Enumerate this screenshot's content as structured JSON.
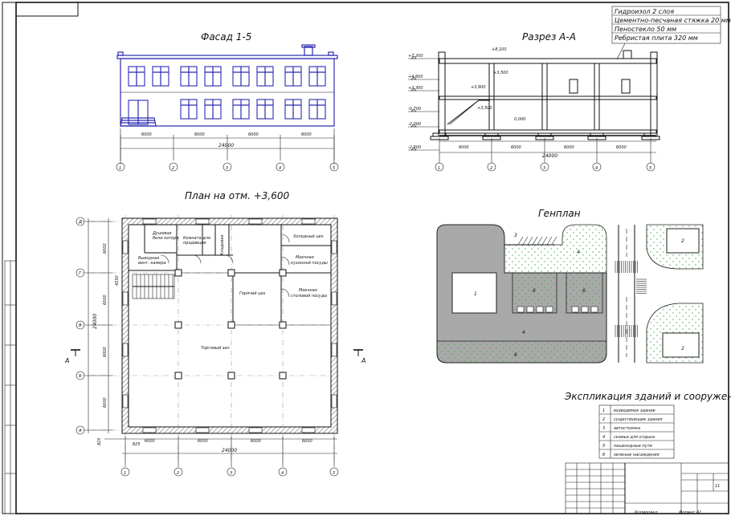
{
  "views": {
    "facade": {
      "title": "Фасад 1-5",
      "dims": [
        "6000",
        "6000",
        "6000",
        "6000"
      ],
      "total": "24000",
      "axes": [
        "1",
        "2",
        "3",
        "4",
        "5"
      ]
    },
    "section": {
      "title": "Разрез А-А",
      "layers": [
        "Гидроизол 2 слоя",
        "Цементно-песчаная стяжка 20 мм",
        "Пеностекло 50 мм",
        "Ребристая плита 320 мм"
      ],
      "levels": [
        "+7,200",
        "+4,600",
        "+3,300",
        "-0,700",
        "-2,000",
        "-2,600"
      ],
      "marks": [
        "+8,100",
        "+3,500",
        "+3,900",
        "+3,500",
        "0,000"
      ],
      "dims": [
        "6000",
        "6000",
        "6000",
        "6000"
      ],
      "total": "24000",
      "axes": [
        "1",
        "2",
        "3",
        "4",
        "5"
      ]
    },
    "plan": {
      "title": "План на отм. +3,600",
      "rooms": [
        "Душевая",
        "бели котора",
        "Комната для",
        "продавцов",
        "Кладовая",
        "Выводная",
        "вент. камера",
        "Холодный цех",
        "Моечная",
        "кухонной посуды",
        "Моечная",
        "столовой посуды",
        "Горячий цех",
        "Торговый зал"
      ],
      "section_mark": "А",
      "dims": [
        "6000",
        "6000",
        "6000",
        "6000"
      ],
      "total": "24000",
      "offset": "825",
      "stair_dim": "4250",
      "axes_bottom": [
        "1",
        "2",
        "3",
        "4",
        "5"
      ],
      "axes_left": [
        "Д",
        "Г",
        "В",
        "Б",
        "А"
      ]
    },
    "site": {
      "title": "Генплан",
      "nums": [
        "1",
        "3",
        "4",
        "6",
        "2"
      ]
    }
  },
  "explication": {
    "title": "Экспликация зданий и сооружений",
    "rows": [
      {
        "n": "1",
        "name": "возводимое здание"
      },
      {
        "n": "2",
        "name": "существующие здания"
      },
      {
        "n": "3",
        "name": "автостоянка"
      },
      {
        "n": "4",
        "name": "скамьи для отдыха"
      },
      {
        "n": "5",
        "name": "пешеходные пути"
      },
      {
        "n": "6",
        "name": "зеленые насаждения"
      }
    ]
  },
  "title_block": {
    "sheets": "11",
    "copied": "Копировал",
    "format": "Формат А1"
  }
}
